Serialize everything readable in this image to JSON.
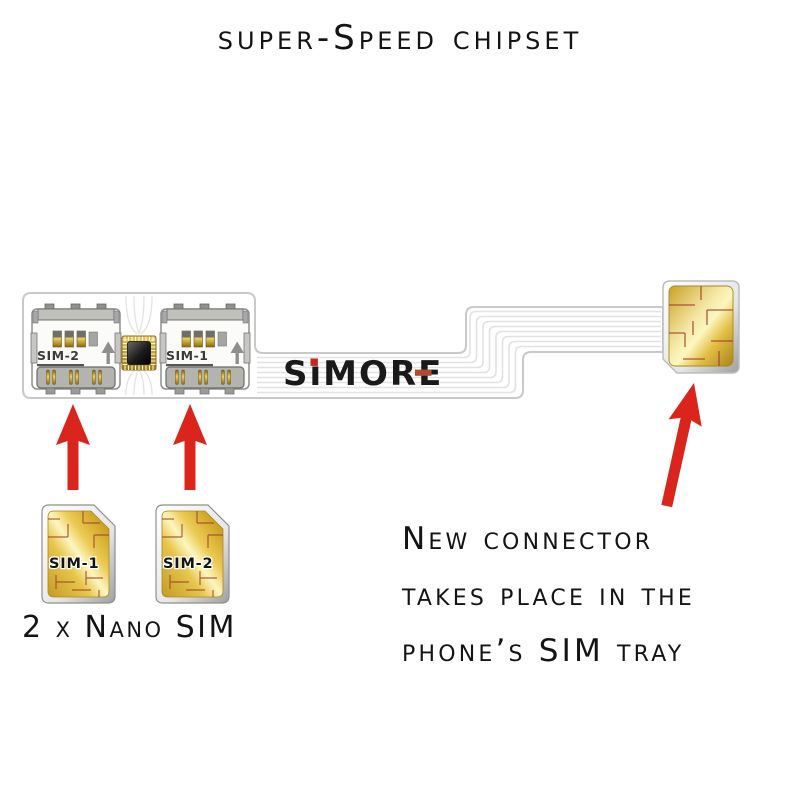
{
  "title": "super-Speed chipset",
  "brand": {
    "name": "SIMORE",
    "letters": [
      "S",
      "ı",
      "M",
      "O",
      "R",
      "E"
    ]
  },
  "adapter": {
    "slot_left_label": "SIM-2",
    "slot_right_label": "SIM-1"
  },
  "nano_sims": {
    "card_left_label": "SIM-1",
    "card_right_label": "SIM-2",
    "caption": "2 x Nano SIM"
  },
  "connector_note": {
    "line1": "New connector",
    "line2": "takes place in the",
    "line3": "phone’s SIM tray"
  },
  "colors": {
    "arrow_red": "#da251d",
    "brand_black": "#1a1a1a",
    "brand_dot_red": "#c4271f",
    "brand_bar_red": "#b24a32",
    "gold_light": "#fdf6c0",
    "gold_dark": "#a8831a",
    "outline_gray": "#c9c9c9",
    "text_black": "#141414"
  }
}
